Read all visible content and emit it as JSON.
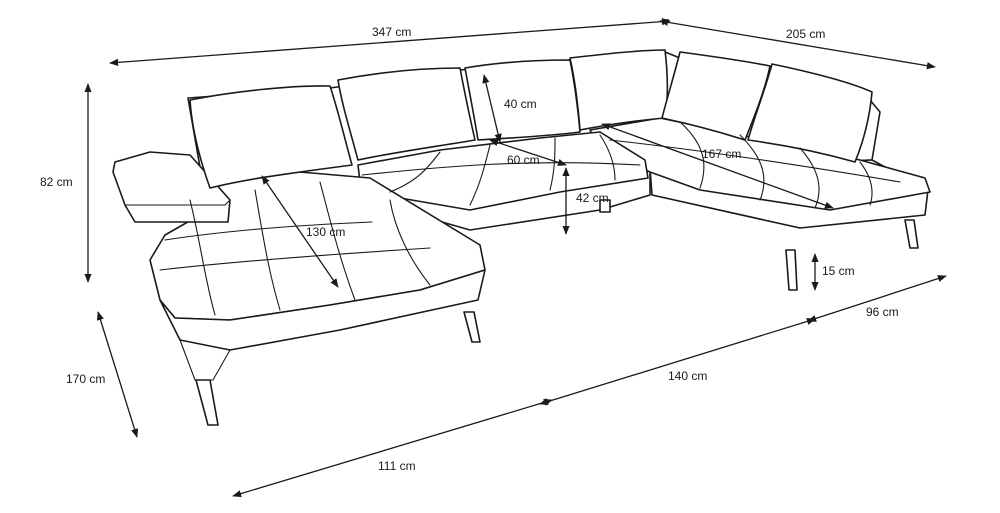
{
  "dimensions": {
    "total_width": "347 cm",
    "right_depth": "205 cm",
    "height": "82 cm",
    "back_cushion_height": "40 cm",
    "seat_depth": "60 cm",
    "seat_height": "42 cm",
    "chaise_length": "130 cm",
    "right_seat_length": "167 cm",
    "leg_height": "15 cm",
    "left_depth": "170 cm",
    "front_left": "111 cm",
    "front_middle": "140 cm",
    "front_right": "96 cm"
  },
  "colors": {
    "line": "#1a1a1a",
    "background": "#ffffff",
    "fill": "#ffffff"
  }
}
